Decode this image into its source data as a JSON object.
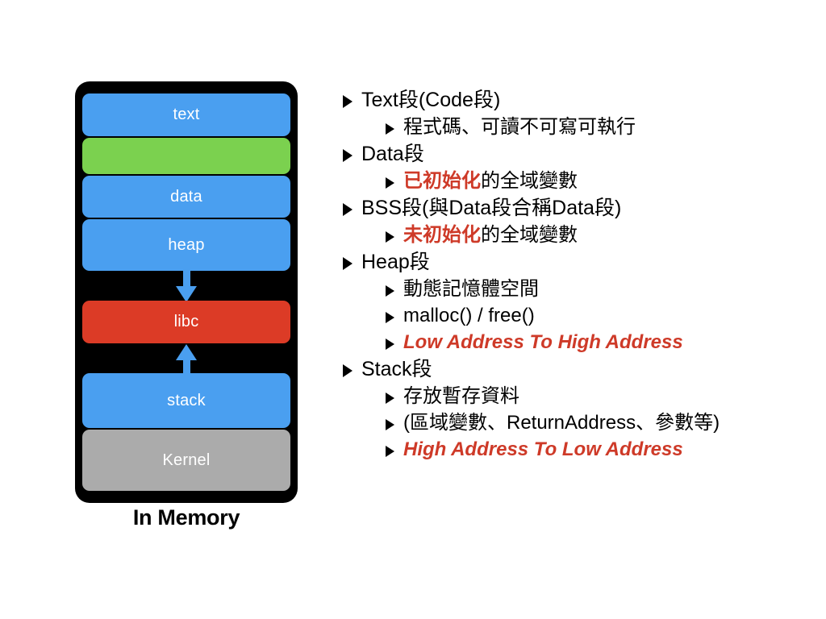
{
  "diagram": {
    "caption": "In Memory",
    "blocks": [
      {
        "id": "text",
        "label": "text",
        "color": "#4A9FF0"
      },
      {
        "id": "green",
        "label": "",
        "color": "#7BD14F"
      },
      {
        "id": "data",
        "label": "data",
        "color": "#4A9FF0"
      },
      {
        "id": "heap",
        "label": "heap",
        "color": "#4A9FF0"
      },
      {
        "id": "libc",
        "label": "libc",
        "color": "#DC3B26"
      },
      {
        "id": "stack",
        "label": "stack",
        "color": "#4A9FF0"
      },
      {
        "id": "kernel",
        "label": "Kernel",
        "color": "#ABABAB"
      }
    ],
    "arrows": [
      {
        "name": "heap-to-libc",
        "direction": "down",
        "color": "#4A9FF0"
      },
      {
        "name": "stack-to-libc",
        "direction": "up",
        "color": "#4A9FF0"
      }
    ],
    "container_color": "#000000"
  },
  "colors": {
    "highlight_red": "#CE3A28",
    "blue": "#4A9FF0",
    "green": "#7BD14F",
    "red": "#DC3B26",
    "gray": "#ABABAB",
    "black": "#000000"
  },
  "outline": {
    "items": [
      {
        "level": 1,
        "text": "Text段(Code段)"
      },
      {
        "level": 2,
        "text": "程式碼、可讀不可寫可執行"
      },
      {
        "level": 1,
        "text": "Data段"
      },
      {
        "level": 2,
        "highlight": "已初始化",
        "rest": "的全域變數"
      },
      {
        "level": 1,
        "text": "BSS段(與Data段合稱Data段)"
      },
      {
        "level": 2,
        "highlight": "未初始化",
        "rest": "的全域變數"
      },
      {
        "level": 1,
        "text": "Heap段"
      },
      {
        "level": 2,
        "text": "動態記憶體空間"
      },
      {
        "level": 2,
        "text": "malloc() / free()"
      },
      {
        "level": 2,
        "text": "Low Address To High Address",
        "all_red": true
      },
      {
        "level": 1,
        "text": "Stack段"
      },
      {
        "level": 2,
        "text": "存放暫存資料"
      },
      {
        "level": 2,
        "text": "(區域變數、ReturnAddress、參數等)"
      },
      {
        "level": 2,
        "text": "High Address To Low Address",
        "all_red": true
      }
    ]
  }
}
